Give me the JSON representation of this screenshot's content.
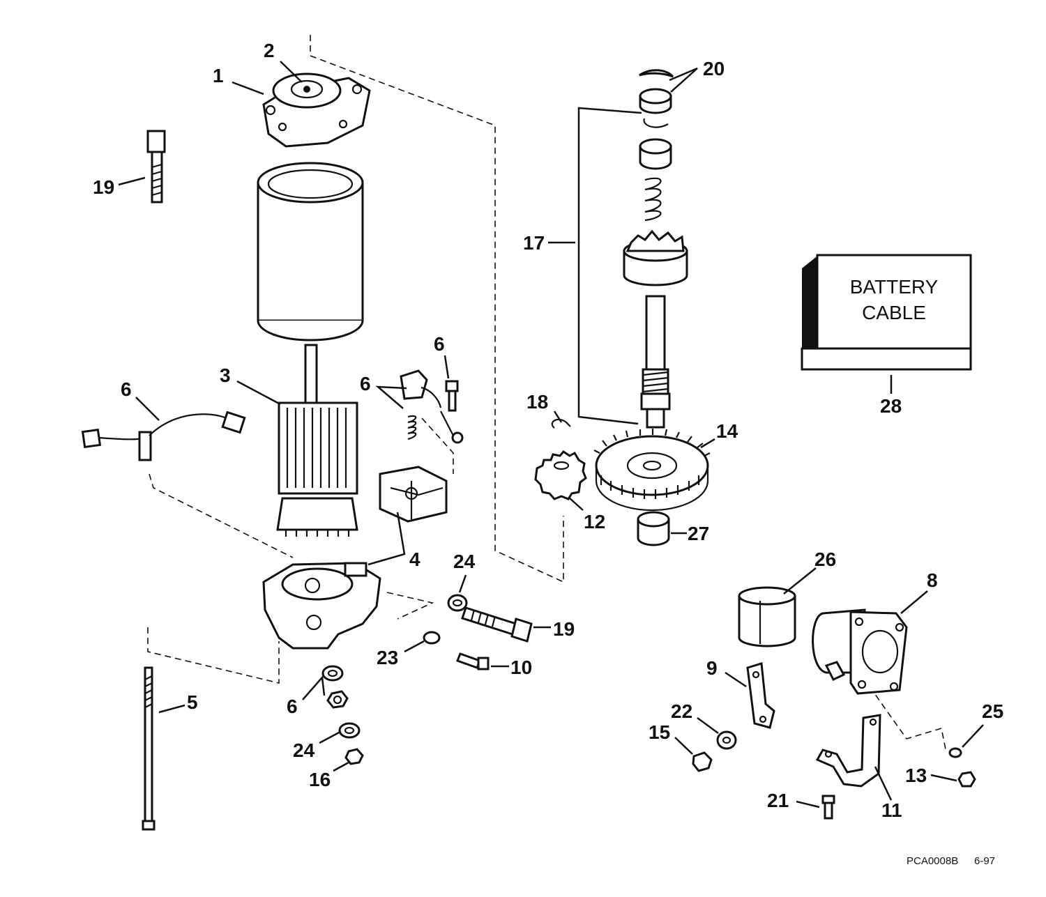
{
  "diagram": {
    "callouts": {
      "c1": "1",
      "c2": "2",
      "c3": "3",
      "c4": "4",
      "c5": "5",
      "c6a": "6",
      "c6b": "6",
      "c6c": "6",
      "c6d": "6",
      "c8": "8",
      "c9": "9",
      "c10": "10",
      "c11": "11",
      "c12": "12",
      "c13": "13",
      "c14": "14",
      "c15": "15",
      "c16": "16",
      "c17": "17",
      "c18": "18",
      "c19a": "19",
      "c19b": "19",
      "c20": "20",
      "c21": "21",
      "c22": "22",
      "c23": "23",
      "c24a": "24",
      "c24b": "24",
      "c25": "25",
      "c26": "26",
      "c27": "27",
      "c28": "28"
    },
    "battery_box": {
      "line1": "BATTERY",
      "line2": "CABLE"
    },
    "drawing_code": "PCA0008B",
    "drawing_date": "6-97"
  }
}
